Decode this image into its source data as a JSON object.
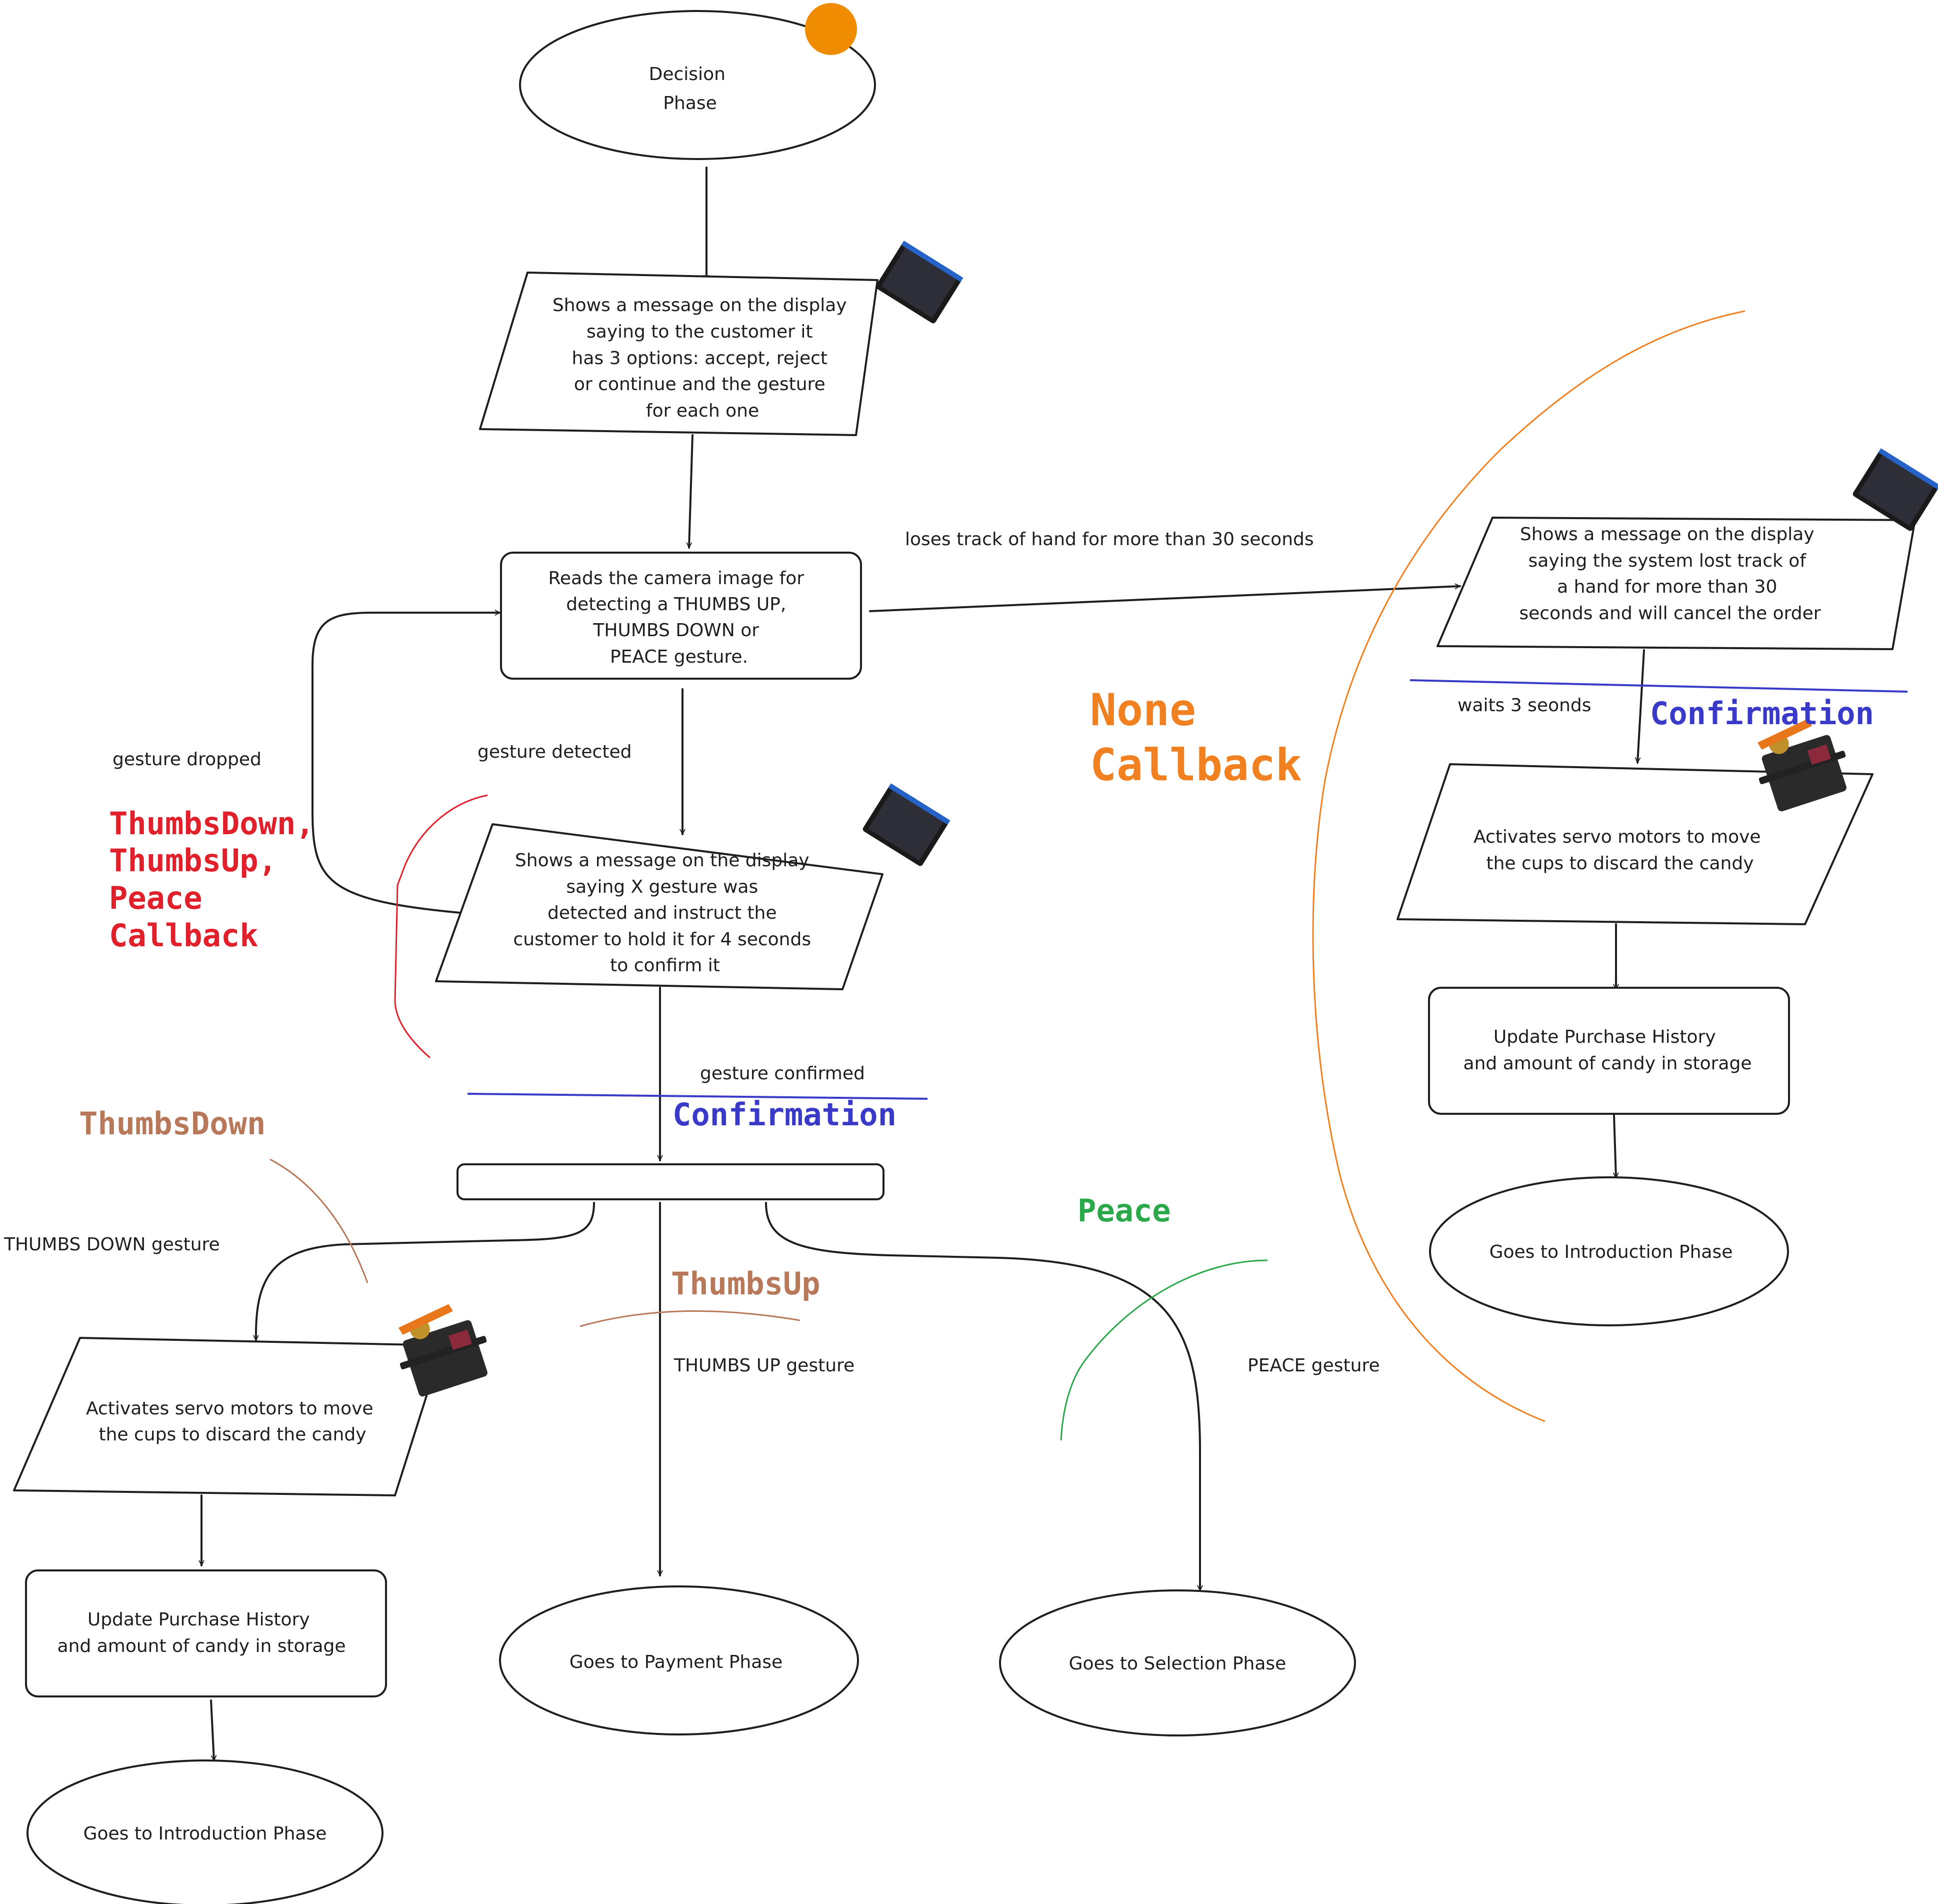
{
  "nodes": {
    "decision_phase": [
      "Decision",
      "Phase"
    ],
    "show_options": [
      "Shows a message on the display",
      "saying to the customer it",
      "has 3 options: accept, reject",
      "or continue and the gesture",
      "for each one"
    ],
    "read_camera": [
      "Reads the camera image for",
      "detecting a THUMBS UP,",
      "THUMBS DOWN or",
      "PEACE gesture."
    ],
    "show_detected": [
      "Shows a message on the display",
      "saying X gesture was",
      "detected and instruct the",
      "customer to hold it for 4 seconds",
      "to confirm it"
    ],
    "show_lost": [
      "Shows a message on the display",
      "saying the system lost track of",
      "a hand for more than 30",
      "seconds and will cancel the order"
    ],
    "servo_right": [
      "Activates servo motors to move",
      "the cups to discard the candy"
    ],
    "update_right": [
      "Update Purchase History",
      "and amount of candy in storage"
    ],
    "intro_right": [
      "Goes to Introduction Phase"
    ],
    "servo_left": [
      "Activates servo motors to move",
      "the cups to discard the candy"
    ],
    "update_left": [
      "Update Purchase History",
      "and amount of candy in storage"
    ],
    "intro_left": [
      "Goes to Introduction Phase"
    ],
    "payment": [
      "Goes to Payment Phase"
    ],
    "selection": [
      "Goes to Selection Phase"
    ]
  },
  "edges": {
    "loses_track": "loses track of hand for more than 30 seconds",
    "gesture_detected": "gesture detected",
    "gesture_dropped": "gesture dropped",
    "gesture_confirmed": "gesture confirmed",
    "waits": "waits 3 seonds",
    "thumbs_down_gesture": "THUMBS DOWN gesture",
    "thumbs_up_gesture": "THUMBS UP gesture",
    "peace_gesture": "PEACE gesture"
  },
  "callbacks": {
    "gesture_callback": [
      "ThumbsDown,",
      "ThumbsUp,",
      "Peace",
      "Callback"
    ],
    "none_callback": [
      "None",
      "Callback"
    ],
    "confirmation_main": "Confirmation",
    "confirmation_right": "Confirmation",
    "thumbs_down": "ThumbsDown",
    "thumbs_up": "ThumbsUp",
    "peace": "Peace"
  },
  "colors": {
    "stroke": "#1e1e1e",
    "red_callback": "#e0202a",
    "orange_callback": "#f08020",
    "confirmation_blue": "#3a3ac8",
    "brown_callback": "#b8785a",
    "peace_green": "#2aa84a",
    "start_dot": "#f08c00",
    "display_icon": "#202020",
    "servo_icon": "#2a2a2a"
  },
  "icons": [
    "display-icon",
    "servo-motor-icon",
    "start-dot-icon"
  ]
}
